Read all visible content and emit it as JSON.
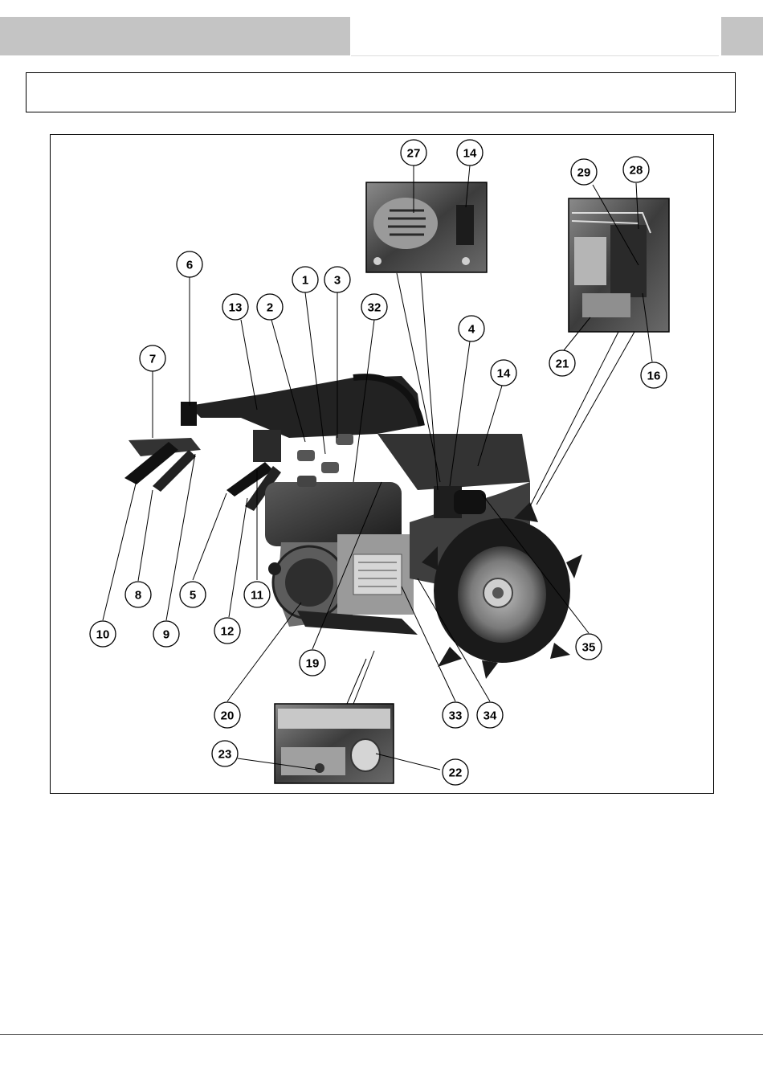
{
  "header": {
    "shade": "#c4c4c4"
  },
  "callouts": [
    {
      "label": "27"
    },
    {
      "label": "14"
    },
    {
      "label": "29"
    },
    {
      "label": "28"
    },
    {
      "label": "6"
    },
    {
      "label": "1"
    },
    {
      "label": "3"
    },
    {
      "label": "13"
    },
    {
      "label": "2"
    },
    {
      "label": "32"
    },
    {
      "label": "4"
    },
    {
      "label": "21"
    },
    {
      "label": "16"
    },
    {
      "label": "7"
    },
    {
      "label": "14"
    },
    {
      "label": "8"
    },
    {
      "label": "5"
    },
    {
      "label": "11"
    },
    {
      "label": "10"
    },
    {
      "label": "9"
    },
    {
      "label": "12"
    },
    {
      "label": "35"
    },
    {
      "label": "19"
    },
    {
      "label": "20"
    },
    {
      "label": "33"
    },
    {
      "label": "34"
    },
    {
      "label": "23"
    },
    {
      "label": "22"
    }
  ]
}
